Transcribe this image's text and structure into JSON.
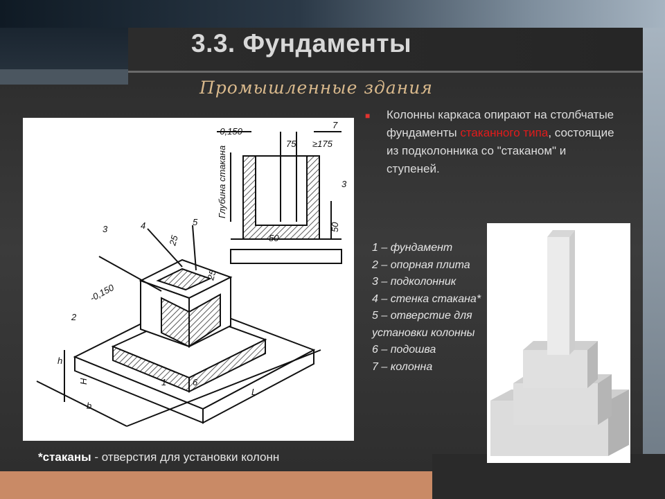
{
  "slide": {
    "title": "3.3. Фундаменты",
    "subtitle": "Промышленные здания",
    "bullet": {
      "text_before": "Колонны каркаса опирают на столбчатые  фундаменты ",
      "highlight": "стаканного типа",
      "text_after": ", состоящие из подколонника со \"стаканом\" и ступеней."
    },
    "legend": [
      "1 – фундамент",
      "2 – опорная плита",
      "3 – подколонник",
      "4 – стенка стакана*",
      "5 – отверстие для установки колонны",
      "6 – подошва",
      "7 – колонна"
    ],
    "caption": {
      "bold": "*стаканы",
      "rest": " - отверстия для установки колонн"
    },
    "drawing_labels": {
      "n1": "1",
      "n2": "2",
      "n3": "3",
      "n4": "4",
      "n5": "5",
      "n6": "6",
      "n7": "7",
      "d150a": "-0,150",
      "d150b": "-0,150",
      "d75": "75",
      "d175": "≥175",
      "d50a": "50",
      "d50b": "50",
      "d25a": "25",
      "d25b": "25",
      "depth": "Глубина стакана",
      "L": "L",
      "H": "H",
      "b": "b",
      "h": "h"
    },
    "colors": {
      "bullet": "#e2332f",
      "highlight": "#e21b1b",
      "subtitle": "#d9b98c",
      "bottom_bar": "#c98a66"
    }
  }
}
